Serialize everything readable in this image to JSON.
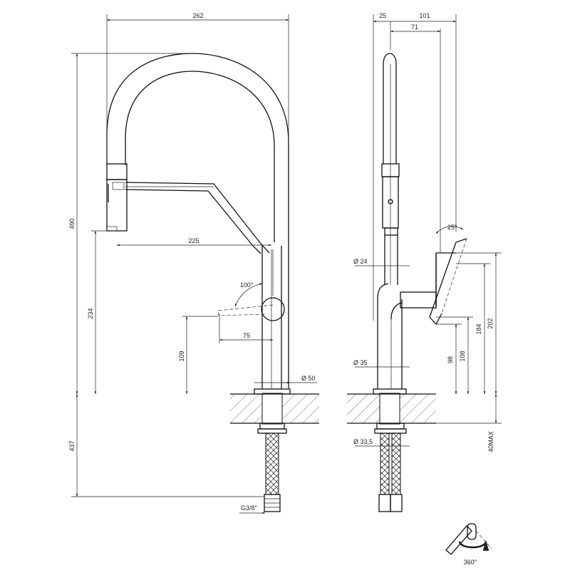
{
  "front_view": {
    "dims": {
      "overall_width": "262",
      "overall_height": "490",
      "spout_reach": "225",
      "spout_height": "234",
      "lever_angle": "100°",
      "lever_offset": "75",
      "lever_height": "109",
      "body_diameter": "Ø 50",
      "below_counter": "437",
      "connection": "G3/8\""
    }
  },
  "side_view": {
    "dims": {
      "rear_offset": "25",
      "depth": "101",
      "spout_offset": "71",
      "lever_angle": "25°",
      "hose_diameter": "Ø 24",
      "body_diameter": "Ø 35",
      "h98": "98",
      "h108": "108",
      "h184": "184",
      "h202": "202",
      "shank_diameter": "Ø 33,5",
      "max_thickness": "40MAX"
    }
  },
  "rotation_label": "360°",
  "colors": {
    "line": "#111111",
    "background": "#ffffff"
  }
}
